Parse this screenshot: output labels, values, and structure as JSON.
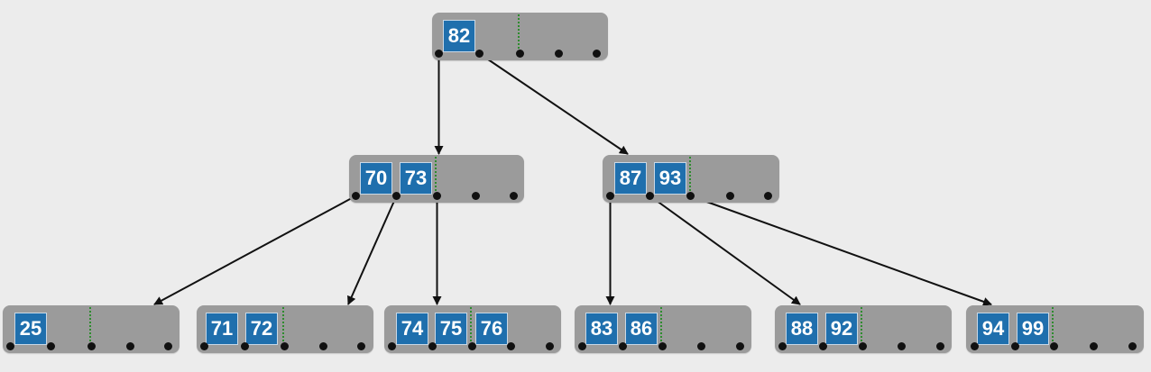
{
  "tree": {
    "colors": {
      "background": "#ececec",
      "node": "#9b9b9b",
      "key": "#1f6fad",
      "key_text": "#ffffff",
      "divider": "#2e8b2e",
      "edge": "#111111"
    },
    "nodes": [
      {
        "id": "root",
        "keys": [
          "82"
        ]
      },
      {
        "id": "n70",
        "keys": [
          "70",
          "73"
        ]
      },
      {
        "id": "n87",
        "keys": [
          "87",
          "93"
        ]
      },
      {
        "id": "leaf25",
        "keys": [
          "25"
        ]
      },
      {
        "id": "leaf71",
        "keys": [
          "71",
          "72"
        ]
      },
      {
        "id": "leaf74",
        "keys": [
          "74",
          "75",
          "76"
        ]
      },
      {
        "id": "leaf83",
        "keys": [
          "83",
          "86"
        ]
      },
      {
        "id": "leaf88",
        "keys": [
          "88",
          "92"
        ]
      },
      {
        "id": "leaf94",
        "keys": [
          "94",
          "99"
        ]
      }
    ],
    "edges": [
      {
        "from": "root",
        "pointer": 0,
        "to": "n70"
      },
      {
        "from": "root",
        "pointer": 1,
        "to": "n87"
      },
      {
        "from": "n70",
        "pointer": 0,
        "to": "leaf25"
      },
      {
        "from": "n70",
        "pointer": 1,
        "to": "leaf71"
      },
      {
        "from": "n70",
        "pointer": 2,
        "to": "leaf74"
      },
      {
        "from": "n87",
        "pointer": 0,
        "to": "leaf83"
      },
      {
        "from": "n87",
        "pointer": 1,
        "to": "leaf88"
      },
      {
        "from": "n87",
        "pointer": 2,
        "to": "leaf94"
      }
    ]
  }
}
